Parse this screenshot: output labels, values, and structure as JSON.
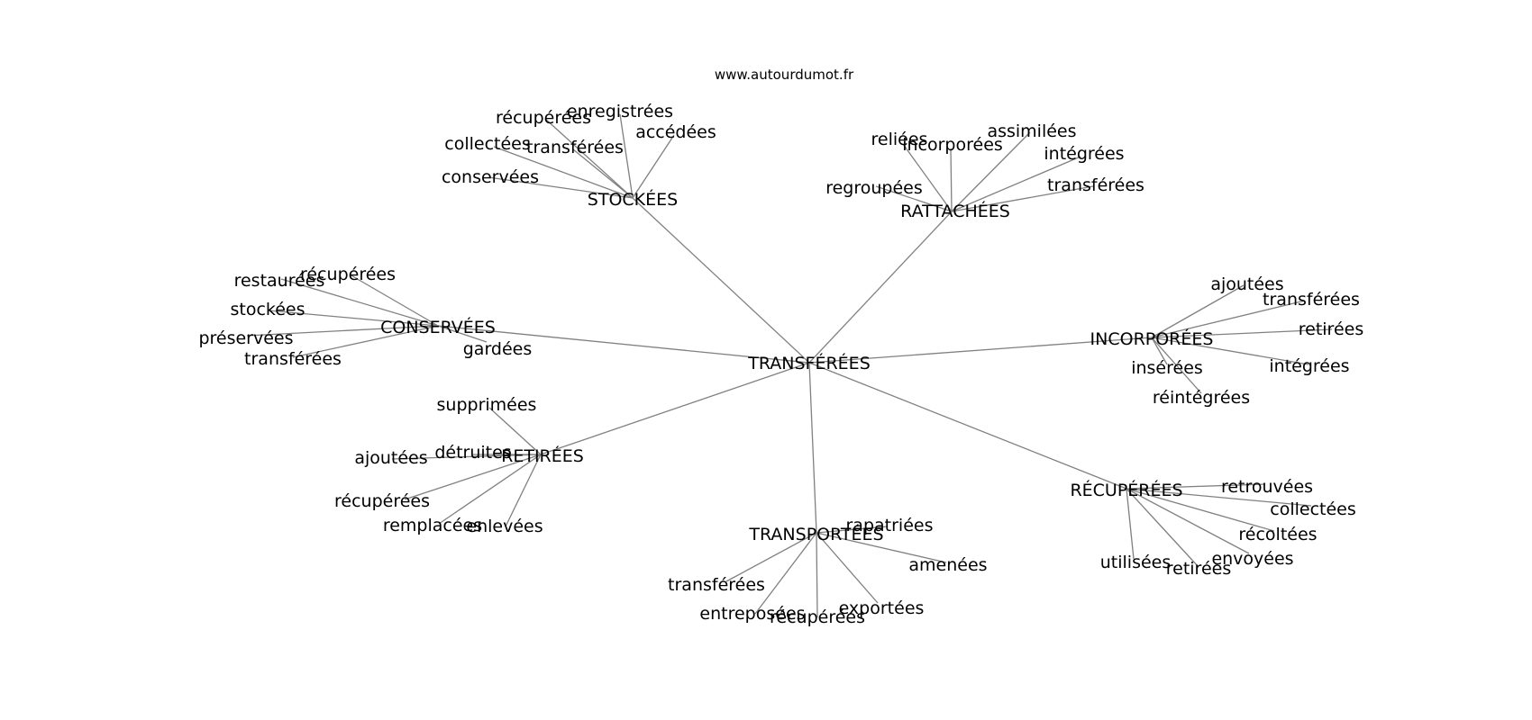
{
  "header": {
    "site": "www.autourdumot.fr"
  },
  "graph": {
    "center": "TRANSFÉRÉES",
    "line_color": "#808080",
    "text_color": "#000000",
    "clusters": [
      {
        "label": "STOCKÉES",
        "leaves": [
          "récupérées",
          "enregistrées",
          "accédées",
          "collectées",
          "transférées",
          "conservées"
        ]
      },
      {
        "label": "RATTACHÉES",
        "leaves": [
          "reliées",
          "incorporées",
          "assimilées",
          "intégrées",
          "regroupées",
          "transférées"
        ]
      },
      {
        "label": "CONSERVÉES",
        "leaves": [
          "restaurées",
          "récupérées",
          "stockées",
          "préservées",
          "transférées",
          "gardées"
        ]
      },
      {
        "label": "INCORPORÉES",
        "leaves": [
          "ajoutées",
          "transférées",
          "retirées",
          "intégrées",
          "insérées",
          "réintégrées"
        ]
      },
      {
        "label": "RETIRÉES",
        "leaves": [
          "supprimées",
          "ajoutées",
          "détruites",
          "récupérées",
          "remplacées",
          "enlevées"
        ]
      },
      {
        "label": "TRANSPORTÉES",
        "leaves": [
          "rapatriées",
          "amenées",
          "transférées",
          "entreposées",
          "récupérées",
          "exportées"
        ]
      },
      {
        "label": "RÉCUPÉRÉES",
        "leaves": [
          "retrouvées",
          "collectées",
          "récoltées",
          "envoyées",
          "utilisées",
          "retirées"
        ]
      }
    ]
  }
}
